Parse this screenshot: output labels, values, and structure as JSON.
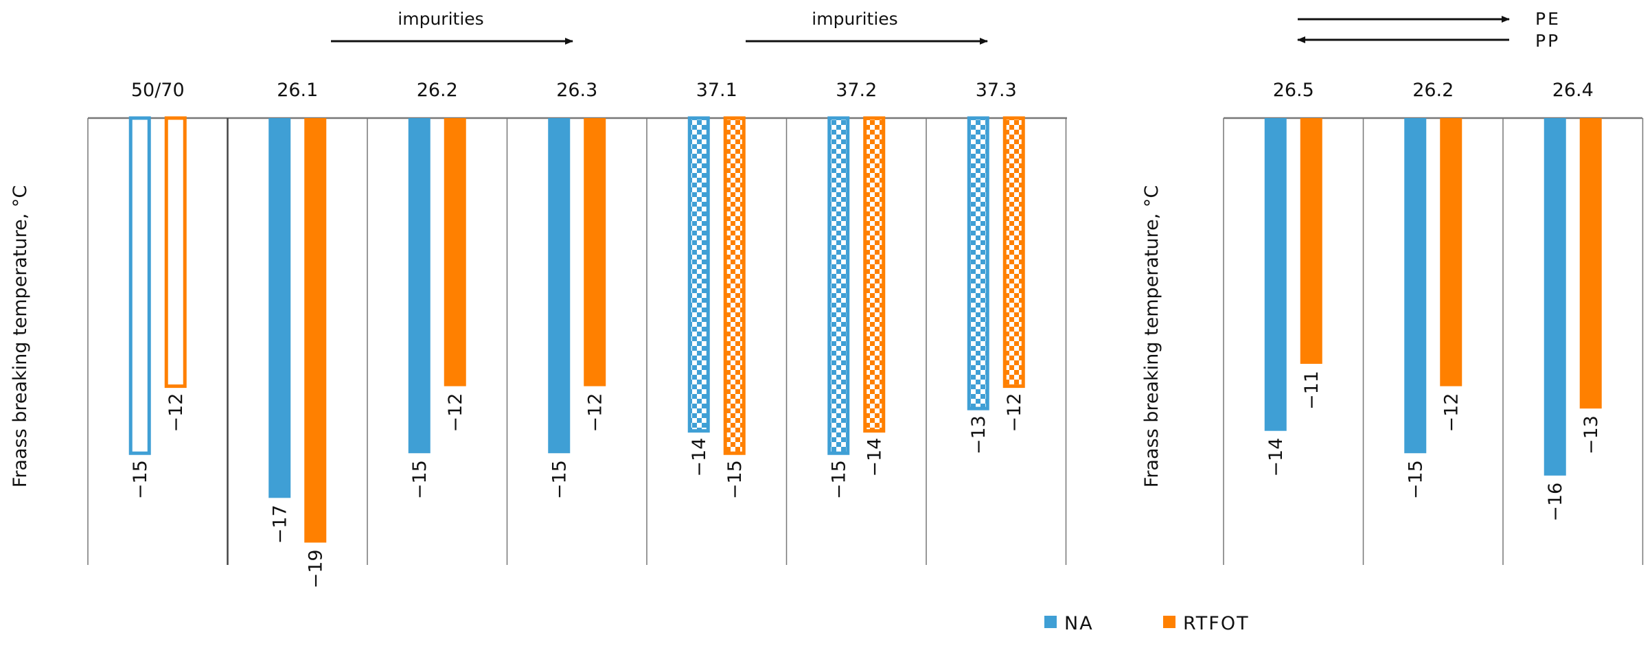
{
  "colors": {
    "na": "#3F9FD5",
    "rtfot": "#FF8000",
    "axis": "#777777",
    "frame": "#555555"
  },
  "legend": {
    "na_label": "NA",
    "rtfot_label": "RTFOT"
  },
  "arrows": {
    "impurities_1": "impurities",
    "impurities_2": "impurities",
    "pe": "PE",
    "pp": "PP"
  },
  "chart_data": [
    {
      "type": "bar",
      "title": "",
      "xlabel": "",
      "ylabel": "Fraass breaking temperature, °C",
      "ylim": [
        -20,
        0
      ],
      "grid": false,
      "legend": "bottom",
      "categories": [
        "50/70",
        "26.1",
        "26.2",
        "26.3",
        "37.1",
        "37.2",
        "37.3"
      ],
      "styles": [
        "outline",
        "solid",
        "solid",
        "solid",
        "checkered",
        "checkered",
        "checkered"
      ],
      "series": [
        {
          "name": "NA",
          "values": [
            -15,
            -17,
            -15,
            -15,
            -14,
            -15,
            -13
          ]
        },
        {
          "name": "RTFOT",
          "values": [
            -12,
            -19,
            -12,
            -12,
            -15,
            -14,
            -12
          ]
        }
      ]
    },
    {
      "type": "bar",
      "title": "",
      "xlabel": "",
      "ylabel": "Fraass breaking temperature, °C",
      "ylim": [
        -20,
        0
      ],
      "grid": false,
      "categories": [
        "26.5",
        "26.2",
        "26.4"
      ],
      "styles": [
        "solid",
        "solid",
        "solid"
      ],
      "series": [
        {
          "name": "NA",
          "values": [
            -14,
            -15,
            -16
          ]
        },
        {
          "name": "RTFOT",
          "values": [
            -11,
            -12,
            -13
          ]
        }
      ]
    }
  ]
}
